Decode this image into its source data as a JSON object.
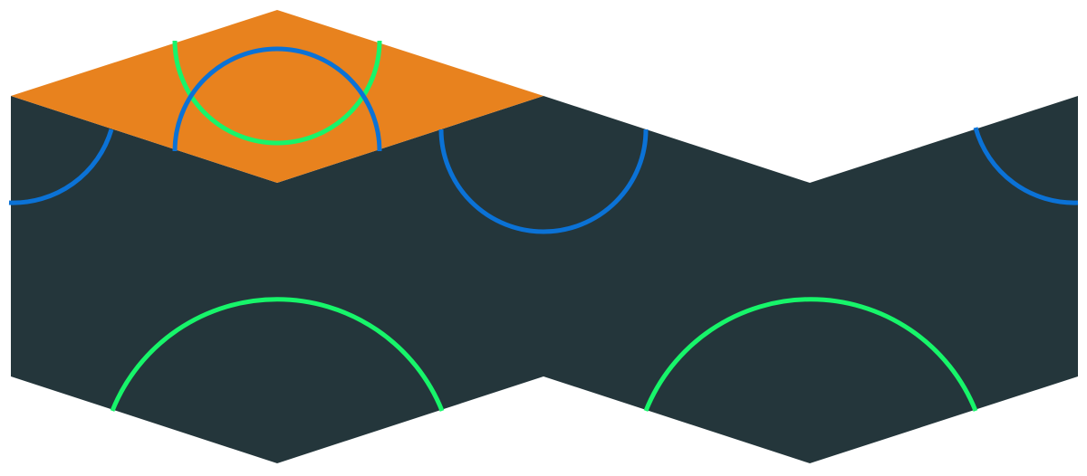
{
  "colors": {
    "background": "#ffffff",
    "wall": "#24363b",
    "highlight_tile": "#e8821e",
    "blue_arc": "#0b72d6",
    "green_arc": "#17f56a"
  },
  "tiles": [
    {
      "id": "top-tile",
      "state": "highlighted"
    }
  ],
  "arcs": [
    {
      "id": "blue-arc-top-tile",
      "color": "blue"
    },
    {
      "id": "green-arc-top-tile",
      "color": "green"
    },
    {
      "id": "blue-arc-left-edge",
      "color": "blue"
    },
    {
      "id": "blue-arc-middle",
      "color": "blue"
    },
    {
      "id": "blue-arc-right-edge",
      "color": "blue"
    },
    {
      "id": "green-arc-lower-left",
      "color": "green"
    },
    {
      "id": "green-arc-lower-right",
      "color": "green"
    }
  ]
}
